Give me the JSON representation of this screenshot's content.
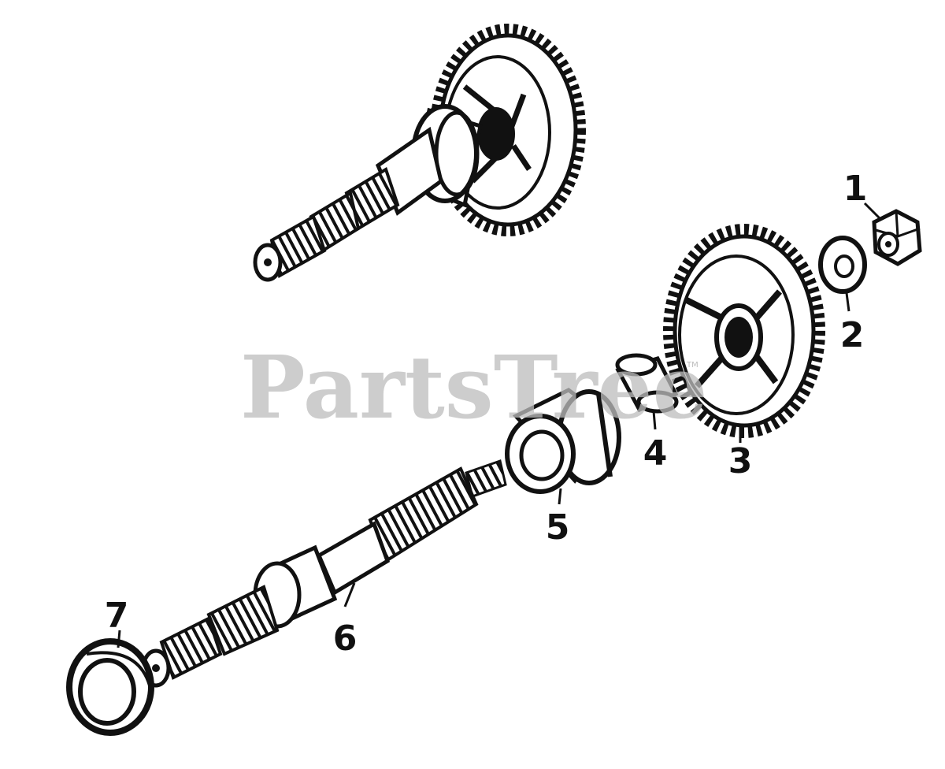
{
  "watermark": {
    "text": "PartsTree",
    "trademark": "TM"
  },
  "parts": [
    {
      "number": "1",
      "icon": "nut-icon"
    },
    {
      "number": "2",
      "icon": "washer-icon"
    },
    {
      "number": "3",
      "icon": "gear-icon"
    },
    {
      "number": "4",
      "icon": "spacer-bushing-icon"
    },
    {
      "number": "5",
      "icon": "bearing-icon"
    },
    {
      "number": "6",
      "icon": "splined-shaft-icon"
    },
    {
      "number": "7",
      "icon": "oil-seal-icon"
    }
  ],
  "colors": {
    "ink": "#111111",
    "watermark": "#bdbdbd",
    "background": "#ffffff"
  }
}
